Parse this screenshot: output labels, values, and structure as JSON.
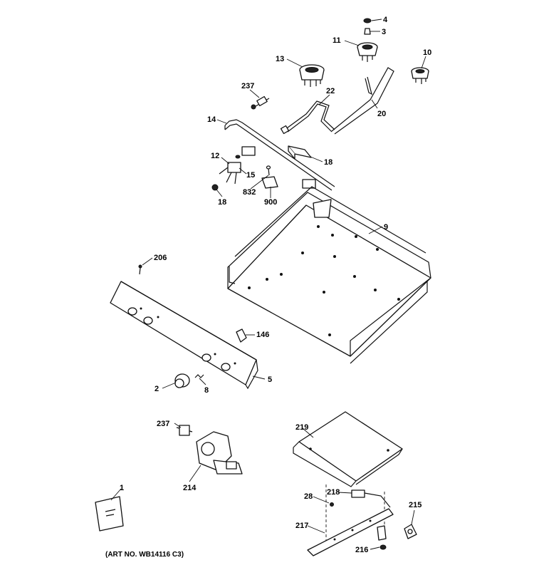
{
  "labels": {
    "p4": "4",
    "p3": "3",
    "p11": "11",
    "p10": "10",
    "p13": "13",
    "p237a": "237",
    "p22": "22",
    "p20": "20",
    "p14": "14",
    "p18a": "18",
    "p12": "12",
    "p15": "15",
    "p832": "832",
    "p900": "900",
    "p18b": "18",
    "p9": "9",
    "p206": "206",
    "p146": "146",
    "p2": "2",
    "p8": "8",
    "p5": "5",
    "p237b": "237",
    "p214": "214",
    "p219": "219",
    "p1": "1",
    "p28": "28",
    "p218": "218",
    "p215": "215",
    "p217": "217",
    "p216": "216"
  },
  "art_no": "(ART NO. WB14116 C3)"
}
